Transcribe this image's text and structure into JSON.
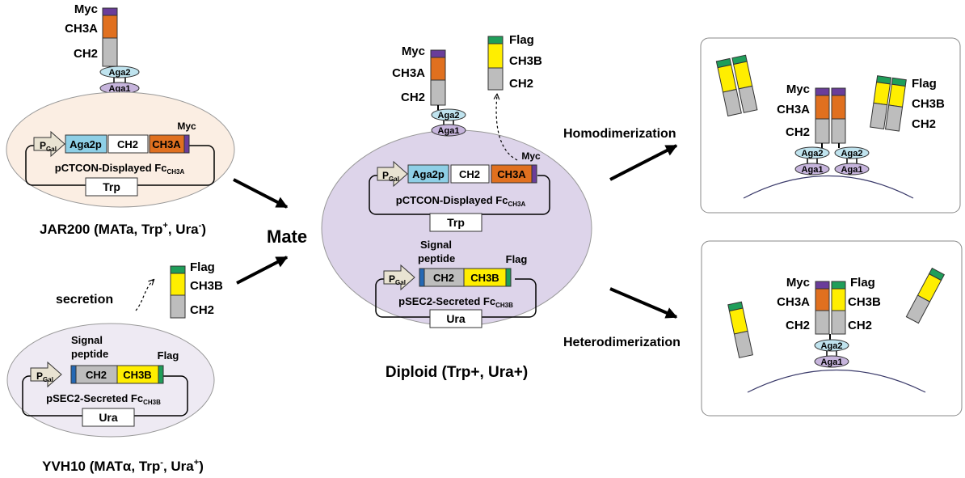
{
  "labels": {
    "myc": "Myc",
    "flag": "Flag",
    "ch3a": "CH3A",
    "ch3b": "CH3B",
    "ch2": "CH2",
    "aga1": "Aga1",
    "aga2": "Aga2",
    "aga2p": "Aga2p",
    "trp": "Trp",
    "ura": "Ura",
    "p_main": "P",
    "p_sub": "Gal",
    "fc_main_displayed": "pCTCON-Displayed Fc",
    "fc_main_secreted": "pSEC2-Secreted Fc",
    "fc_sub_ch3a": "CH3A",
    "fc_sub_ch3b": "CH3B",
    "signal": "Signal",
    "peptide": "peptide",
    "secretion": "secretion",
    "mate": "Mate",
    "homodimerization": "Homodimerization",
    "heterodimerization": "Heterodimerization"
  },
  "strains": {
    "jar200": {
      "pre": "JAR200 (MATa, Trp",
      "sup1": "+",
      "mid": ", Ura",
      "sup2": "-",
      "post": ")"
    },
    "yvh10": {
      "pre": "YVH10 (MATα, Trp",
      "sup1": "-",
      "mid": ", Ura",
      "sup2": "+",
      "post": ")"
    },
    "diploid": "Diploid (Trp+, Ura+)"
  },
  "colors": {
    "myc": "#6a3d9a",
    "ch3a": "#e0701f",
    "ch3b": "#ffee00",
    "flag": "#1f9e5a",
    "ch2": "#bdbdbd",
    "aga2": "#bfe3ee",
    "aga1": "#c6b4dc",
    "aga2p": "#8ecfe6",
    "signal_peptide": "#2468b4",
    "jar200_cell": "#fbeee3",
    "yvh10_cell": "#eeeaf3",
    "diploid_cell": "#ddd4ea",
    "promoter": "#e9e3d2"
  }
}
